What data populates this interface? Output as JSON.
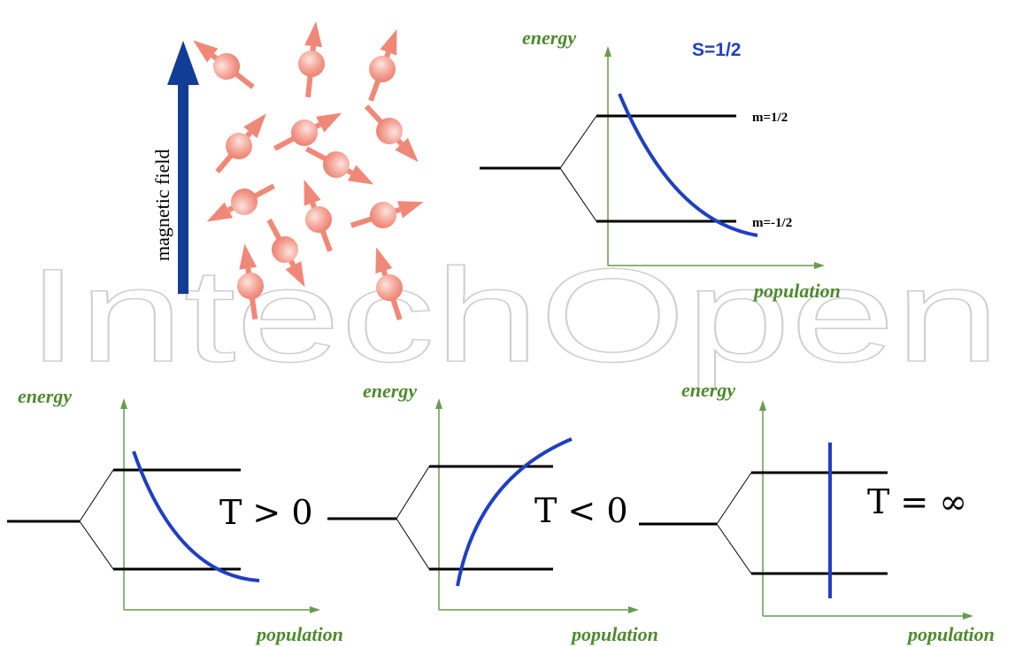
{
  "watermark": "IntechOpen",
  "field_label": "magnetic field",
  "colors": {
    "axis": "#6a9a52",
    "axis_label": "#4f8a2e",
    "curve": "#1f3fc4",
    "field_arrow": "#123d96",
    "spin": "#f08878",
    "level": "#000000",
    "watermark": "#c8c8c8"
  },
  "top_panel": {
    "energy_label": "energy",
    "population_label": "population",
    "spin_label": "S=1/2",
    "upper_level_label": "m=1/2",
    "lower_level_label": "m=-1/2"
  },
  "bottom_panels": [
    {
      "energy_label": "energy",
      "population_label": "population",
      "temperature_label": "T > 0"
    },
    {
      "energy_label": "energy",
      "population_label": "population",
      "temperature_label": "T < 0"
    },
    {
      "energy_label": "energy",
      "population_label": "population",
      "temperature_label": "T = ∞"
    }
  ]
}
